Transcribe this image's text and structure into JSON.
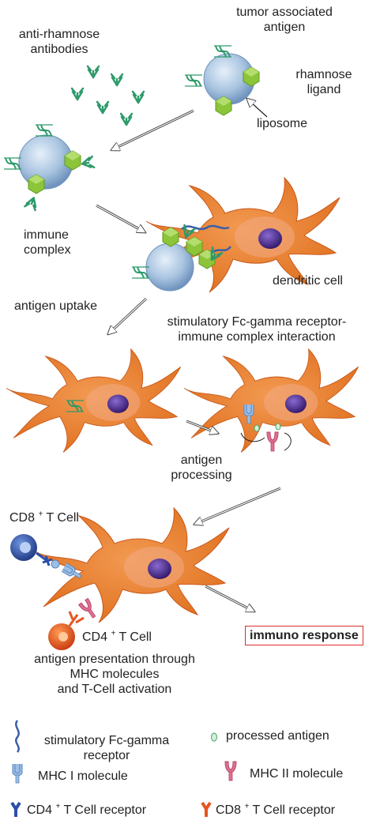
{
  "labels": {
    "tumor_antigen": [
      "tumor associated",
      "antigen"
    ],
    "anti_rhamnose": [
      "anti-rhamnose",
      "antibodies"
    ],
    "rhamnose_ligand": [
      "rhamnose",
      "ligand"
    ],
    "liposome": "liposome",
    "immune_complex": [
      "immune",
      "complex"
    ],
    "dendritic_cell": "dendritic cell",
    "antigen_uptake": "antigen uptake",
    "stimulatory_interaction": [
      "stimulatory Fc-gamma receptor-",
      "immune complex interaction"
    ],
    "antigen_processing": [
      "antigen",
      "processing"
    ],
    "cd8_cell": {
      "prefix": "CD8",
      "sup": "+",
      "suffix": "T Cell"
    },
    "cd4_cell": {
      "prefix": "CD4",
      "sup": "+",
      "suffix": "T Cell"
    },
    "immuno_response": "immuno response",
    "presentation": [
      "antigen presentation through",
      "MHC molecules",
      "and T-Cell activation"
    ]
  },
  "legend": {
    "fc_receptor": [
      "stimulatory Fc-gamma",
      "receptor"
    ],
    "processed_antigen": "processed antigen",
    "mhc1": "MHC I molecule",
    "mhc2": "MHC II molecule",
    "cd4_receptor": {
      "prefix": "CD4",
      "sup": "+",
      "suffix": "T Cell receptor"
    },
    "cd8_receptor": {
      "prefix": "CD8",
      "sup": "+",
      "suffix": "T Cell receptor"
    }
  },
  "colors": {
    "cell": "#e8782a",
    "cell_dark": "#c9581a",
    "nucleus": "#4a2a8c",
    "liposome": "#a9c4e0",
    "antigen_green": "#8cc43a",
    "antibody_green": "#2e9a6a",
    "fc_receptor": "#3b5fa8",
    "mhc1": "#9cbfe6",
    "mhc2": "#e07090",
    "cd8_cell": "#2a4fa8",
    "cd4_cell": "#e8541e",
    "box_border": "#d9302c"
  }
}
